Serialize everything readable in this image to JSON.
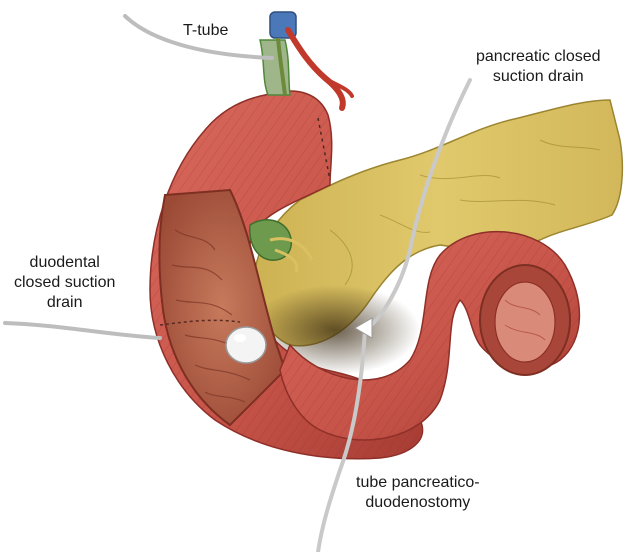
{
  "labels": {
    "t_tube": "T-tube",
    "pancreatic_drain": [
      "pancreatic closed",
      "suction drain"
    ],
    "duodenal_drain": [
      "duodental",
      "closed suction",
      "drain"
    ],
    "pancreaticoduodenostomy": [
      "tube pancreatico-",
      "duodenostomy"
    ]
  },
  "colors": {
    "background": "#ffffff",
    "intestine": "#c8554a",
    "intestine_dark": "#8e2f28",
    "pancreas": "#d9c060",
    "pancreas_dark": "#9c8530",
    "bile_duct": "#4f8a3a",
    "drain_tube": "#cfcfcf",
    "duct_blue": "#4a78b8",
    "artery": "#c0392b"
  }
}
